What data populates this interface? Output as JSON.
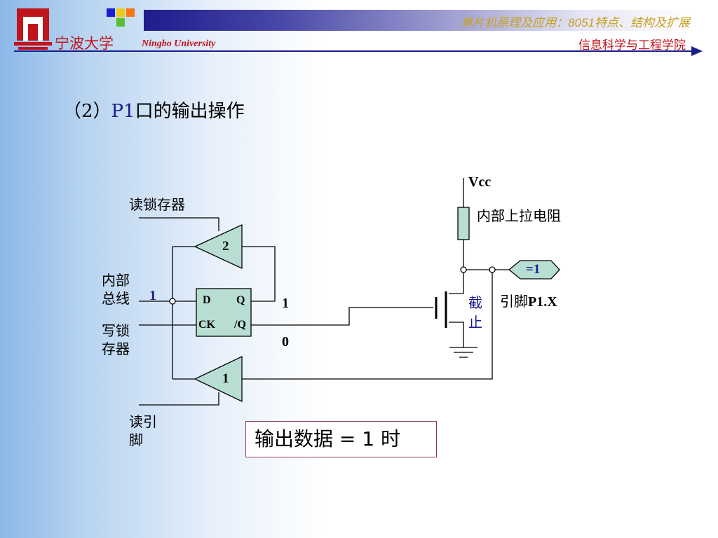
{
  "header": {
    "university_cn": "宁波大学",
    "university_en": "Ningbo University",
    "course_title": "单片机原理及应用：8051特点、结构及扩展",
    "college": "信息科学与工程学院"
  },
  "slide": {
    "title_prefix": "（2）",
    "title_p1": "P1",
    "title_rest": "口的输出操作"
  },
  "diagram": {
    "read_latch": "读锁存器",
    "internal_bus_1": "内部",
    "internal_bus_2": "总线",
    "write_latch_1": "写锁",
    "write_latch_2": "存器",
    "read_pin_1": "读引",
    "read_pin_2": "脚",
    "bus_value": "1",
    "buffer_2": "2",
    "buffer_1": "1",
    "latch_d": "D",
    "latch_q": "Q",
    "latch_ck": "CK",
    "latch_qn": "/Q",
    "q_value": "1",
    "qn_value": "0",
    "vcc": "Vcc",
    "pullup": "内部上拉电阻",
    "pin_value": "=1",
    "pin_label_cn": "引脚",
    "pin_label_en": "P1.X",
    "fet_state_1": "截",
    "fet_state_2": "止",
    "note": "输出数据 = 1 时"
  },
  "colors": {
    "brand_red": "#c0141c",
    "header_navy": "#1c1c8c",
    "course_gold": "#c8a020",
    "component_fill": "#b8ded4",
    "note_border": "#8c3c64"
  }
}
